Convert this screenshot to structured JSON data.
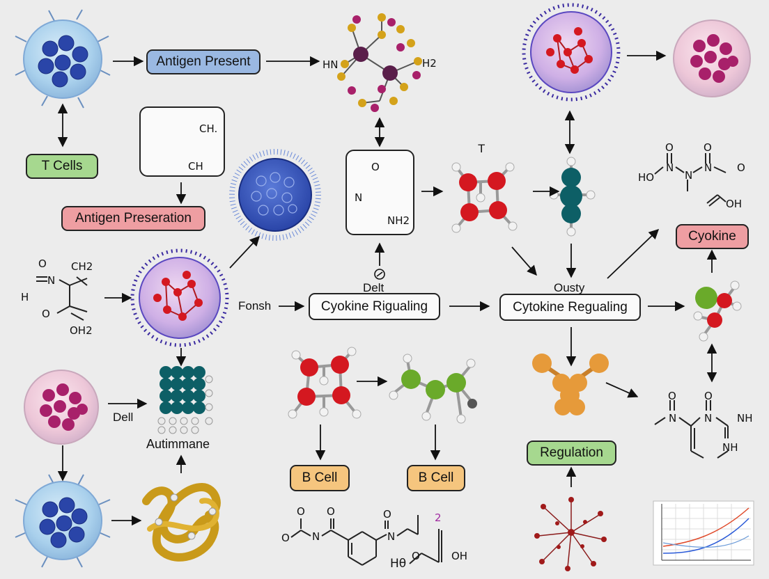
{
  "labels": {
    "antigen_present": "Antigen Present",
    "t_cells": "T Cells",
    "antigen_preseration": "Antigen Preseration",
    "cyokine_rigualing": "Cyokine Rigualing",
    "cytokine_regualing": "Cytokine Regualing",
    "cyokine": "Cyokine",
    "regulation": "Regulation",
    "b_cell_1": "B Cell",
    "b_cell_2": "B Cell",
    "fonsh": "Fonsh",
    "delt": "Delt",
    "t_top": "T",
    "ousty": "Ousty",
    "dell": "Dell",
    "autimmane": "Autimmane"
  },
  "chem_text": {
    "hn": "HN",
    "h2": "H2",
    "ch_top": "CH.",
    "ch_bottom": "CH",
    "o_mid": "O",
    "n_mid": "N",
    "nh2_mid": "NH2",
    "ch2_left": "CH2",
    "o_left": "O",
    "n_left": "N",
    "h_left": "H",
    "o_left2": "O",
    "oh2_left": "OH2",
    "o_tr1": "O",
    "o_tr2": "O",
    "n_tr1": "N",
    "n_tr2": "N",
    "o_tr3": "O",
    "ho_tr": "HO",
    "oh_tr": "OH",
    "o_br1": "O",
    "o_br2": "O",
    "n_br1": "N",
    "n_br2": "N",
    "nh_br1": "NH",
    "nh_br2": "NH",
    "o_bot1": "O",
    "o_bot2": "O",
    "n_bot1": "N",
    "o_bot3": "O",
    "n_bot2": "N",
    "o_bot4": "O",
    "h0_bot": "Hθ",
    "o_bot5": "O",
    "oh_bot": "OH",
    "two_bot": "2"
  },
  "colors": {
    "background": "#ececec",
    "blue_box": "#9ab8e2",
    "green_box": "#a6d88f",
    "pink_box": "#ee9ea2",
    "orange_box": "#f5c57e",
    "atom_red": "#d41820",
    "atom_teal": "#0d5f66",
    "atom_green": "#6aaa2a",
    "atom_orange": "#e69a3a",
    "atom_magenta": "#a8206a",
    "cell_blue": "#2a45a8"
  }
}
